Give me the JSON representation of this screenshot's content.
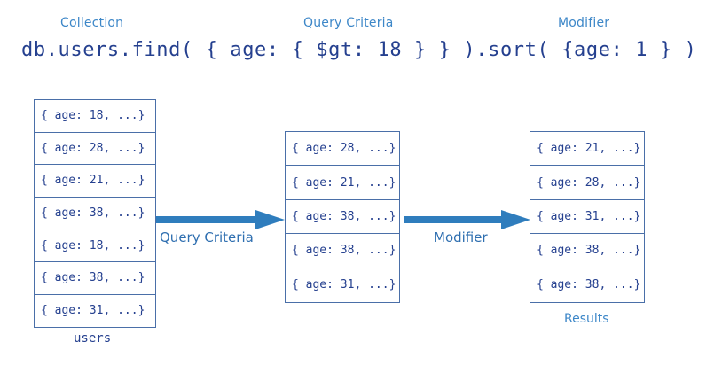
{
  "diagram": {
    "title": "MongoDB find and sort query flow",
    "colors": {
      "annotation_blue": "#3d87c8",
      "code_navy": "#25408f",
      "table_border": "#4a6fa8",
      "arrow_blue": "#2f7dbd"
    }
  },
  "annotations": {
    "collection": "Collection",
    "query_criteria": "Query Criteria",
    "modifier": "Modifier"
  },
  "query": {
    "statement": "db.users.find( { age: { $gt: 18 } } ).sort( {age: 1 } )"
  },
  "tables": {
    "users": {
      "caption": "users",
      "rows": [
        "{ age: 18, ...}",
        "{ age: 28, ...}",
        "{ age: 21, ...}",
        "{ age: 38, ...}",
        "{ age: 18, ...}",
        "{ age: 38, ...}",
        "{ age: 31, ...}"
      ]
    },
    "matched": {
      "caption": "",
      "rows": [
        "{ age: 28, ...}",
        "{ age: 21, ...}",
        "{ age: 38, ...}",
        "{ age: 38, ...}",
        "{ age: 31, ...}"
      ]
    },
    "results": {
      "caption": "Results",
      "rows": [
        "{ age: 21, ...}",
        "{ age: 28, ...}",
        "{ age: 31, ...}",
        "{ age: 38, ...}",
        "{ age: 38, ...}"
      ]
    }
  },
  "arrows": {
    "first": {
      "label": "Query Criteria",
      "icon": "arrow-right-icon"
    },
    "second": {
      "label": "Modifier",
      "icon": "arrow-right-icon"
    }
  }
}
